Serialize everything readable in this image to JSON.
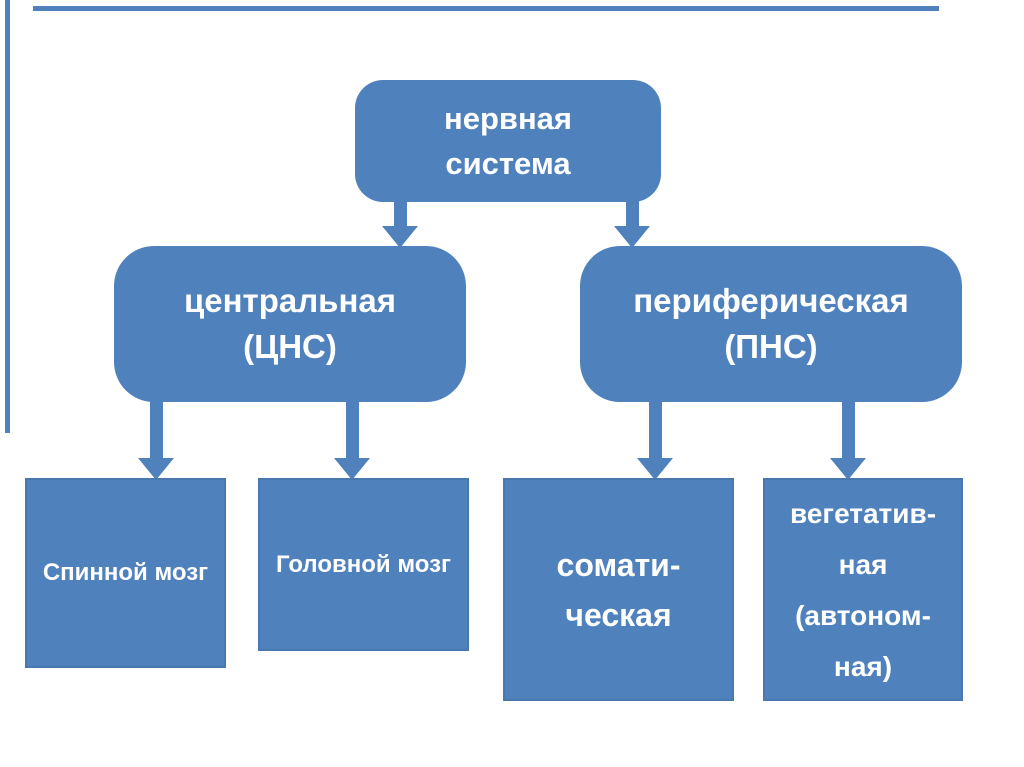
{
  "diagram": {
    "type": "hierarchy-flowchart",
    "nodes": {
      "root": {
        "lines": [
          "нервная",
          "система"
        ]
      },
      "central": {
        "lines": [
          "центральная",
          "(ЦНС)"
        ]
      },
      "peripheral": {
        "lines": [
          "периферическая",
          "(ПНС)"
        ]
      },
      "spinal": {
        "lines": [
          "Спинной мозг"
        ]
      },
      "brain": {
        "lines": [
          "Головной мозг"
        ]
      },
      "somatic": {
        "lines": [
          "сомати-",
          "ческая"
        ]
      },
      "vegetative": {
        "lines": [
          "вегетатив-",
          "ная",
          "(автоном-",
          "ная)"
        ]
      }
    },
    "edges": [
      {
        "from": "root",
        "to": "central"
      },
      {
        "from": "root",
        "to": "peripheral"
      },
      {
        "from": "central",
        "to": "spinal"
      },
      {
        "from": "central",
        "to": "brain"
      },
      {
        "from": "peripheral",
        "to": "somatic"
      },
      {
        "from": "peripheral",
        "to": "vegetative"
      }
    ],
    "colors": {
      "node_fill": "#4f81bd",
      "node_border": "#4878ad",
      "arrow": "#4f81bd",
      "frame": "#4f81bd",
      "text": "#ffffff",
      "background": "#ffffff"
    }
  }
}
